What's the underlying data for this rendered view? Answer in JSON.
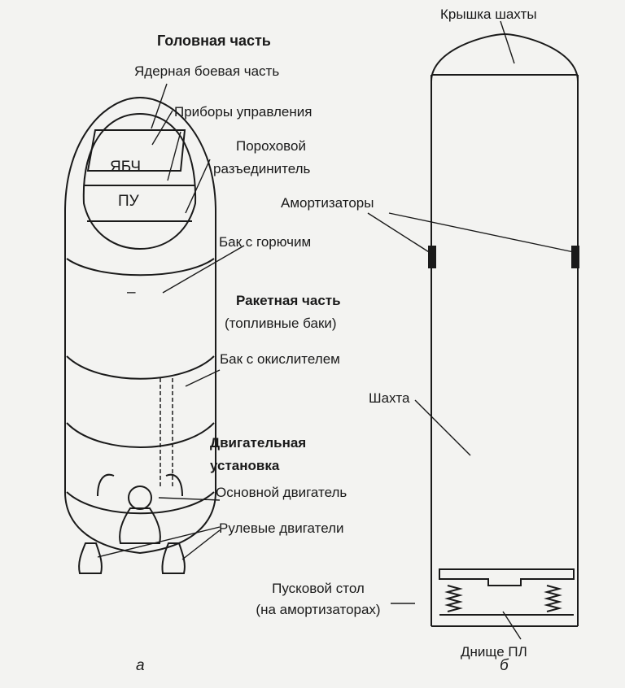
{
  "rocket": {
    "head_section": "Головная часть",
    "warhead": "Ядерная боевая часть",
    "control_instruments": "Приборы управления",
    "separator_line1": "Пороховой",
    "separator_line2": "разъединитель",
    "fuel_tank": "Бак с горючим",
    "rocket_section": "Ракетная часть",
    "rocket_section_sub": "(топливные баки)",
    "oxidizer_tank": "Бак с окислителем",
    "propulsion_line1": "Двигательная",
    "propulsion_line2": "установка",
    "main_engine": "Основной двигатель",
    "steering_engines": "Рулевые двигатели",
    "launch_table_line1": "Пусковой стол",
    "launch_table_line2": "(на амортизаторах)",
    "warhead_abbr": "ЯБЧ",
    "control_abbr": "ПУ",
    "caption": "а"
  },
  "silo": {
    "cover": "Крышка шахты",
    "shock_absorbers": "Амортизаторы",
    "shaft": "Шахта",
    "sub_bottom": "Днище ПЛ",
    "caption": "б"
  }
}
